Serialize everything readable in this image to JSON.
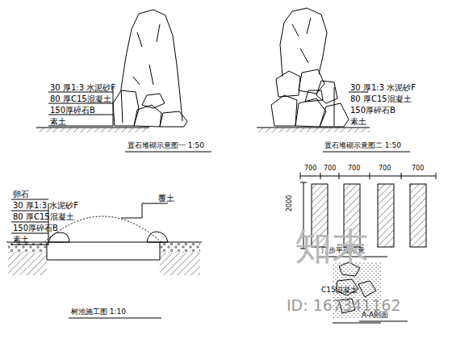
{
  "diagram": {
    "labels": [
      "30 厚1:3 水泥砂F",
      "80 厚C15混凝土",
      "150厚碎石B",
      "素土",
      "置石堆砌示意图一  1:50",
      "30 厚1:3 水泥砂F",
      "80 厚C15混凝土",
      "150厚碎石B",
      "素土",
      "置石堆砌示意图二  1:50",
      "卵石",
      "30 厚1:3 水泥砂F",
      "80 厚C15混凝土",
      "150厚碎石B",
      "素土",
      "覆土",
      "树池施工图  1:10",
      "700",
      "700",
      "700",
      "700",
      "700",
      "2000",
      "汀步平面示意",
      "C15混凝土",
      "A-A剖面",
      "知末",
      "ID: 167341162"
    ]
  }
}
